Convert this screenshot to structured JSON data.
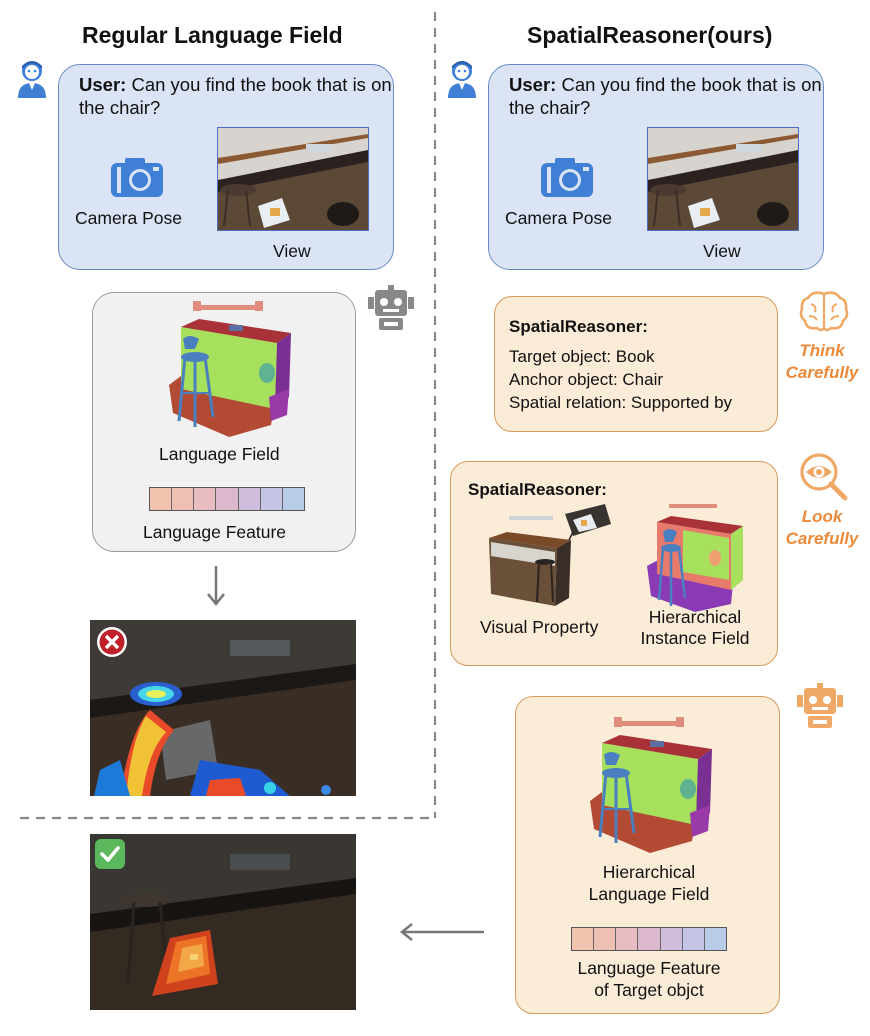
{
  "left_title": "Regular Language Field",
  "right_title": "SpatialReasoner(ours)",
  "query": {
    "user_label": "User:",
    "question": "Can you find the book that is on the chair?",
    "camera_label": "Camera Pose",
    "view_label": "View"
  },
  "left": {
    "field_label": "Language Field",
    "feature_label": "Language Feature"
  },
  "think": {
    "heading": "SpatialReasoner:",
    "lines": [
      "Target object: Book",
      "Anchor object: Chair",
      "Spatial relation: Supported by"
    ],
    "tag_line1": "Think",
    "tag_line2": "Carefully"
  },
  "look": {
    "heading": "SpatialReasoner:",
    "visual_label": "Visual Property",
    "instance_line1": "Hierarchical",
    "instance_line2": "Instance Field",
    "tag_line1": "Look",
    "tag_line2": "Carefully"
  },
  "final": {
    "field_line1": "Hierarchical",
    "field_line2": "Language Field",
    "feature_line1": "Language Feature",
    "feature_line2": "of Target objct"
  },
  "colors": {
    "query_fill": "#dbe4f5",
    "query_border": "#6a8ac6",
    "reasoner_fill": "#fbecd8",
    "reasoner_border": "#d99a5a",
    "accent_orange": "#ec8a3a",
    "fail_red": "#c0202a",
    "success_green": "#5cb85c",
    "icon_blue": "#3f7fd6"
  },
  "feature_palette": [
    "#f0c4ae",
    "#eec0b4",
    "#e8bcc0",
    "#dcb8cc",
    "#d0bcdc",
    "#c4c4e4",
    "#b8cce8"
  ]
}
